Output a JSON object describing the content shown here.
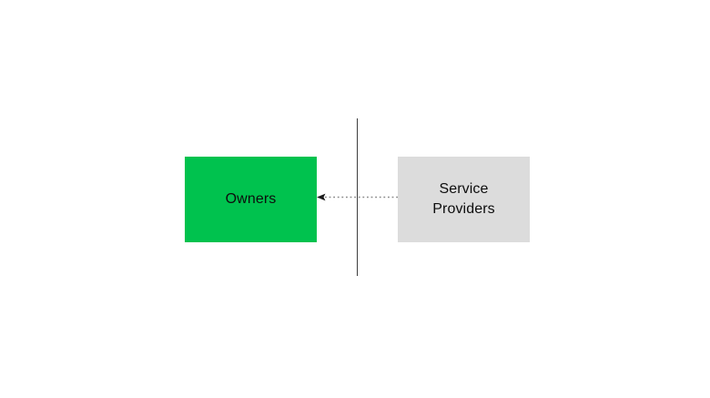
{
  "diagram": {
    "background_color": "#FFFFFF",
    "nodes": {
      "owners": {
        "label": "Owners",
        "fill": "#00C24E",
        "text_color": "#0D0D0D"
      },
      "service_providers": {
        "label": "Service Providers",
        "fill": "#DCDCDC",
        "text_color": "#0D0D0D"
      }
    },
    "divider": {
      "color": "#3D3D3D"
    },
    "arrow": {
      "from": "Service Providers",
      "to": "Owners",
      "line_style": "dotted",
      "line_color": "#8A8A8A",
      "head_color": "#1A1A1A"
    }
  }
}
